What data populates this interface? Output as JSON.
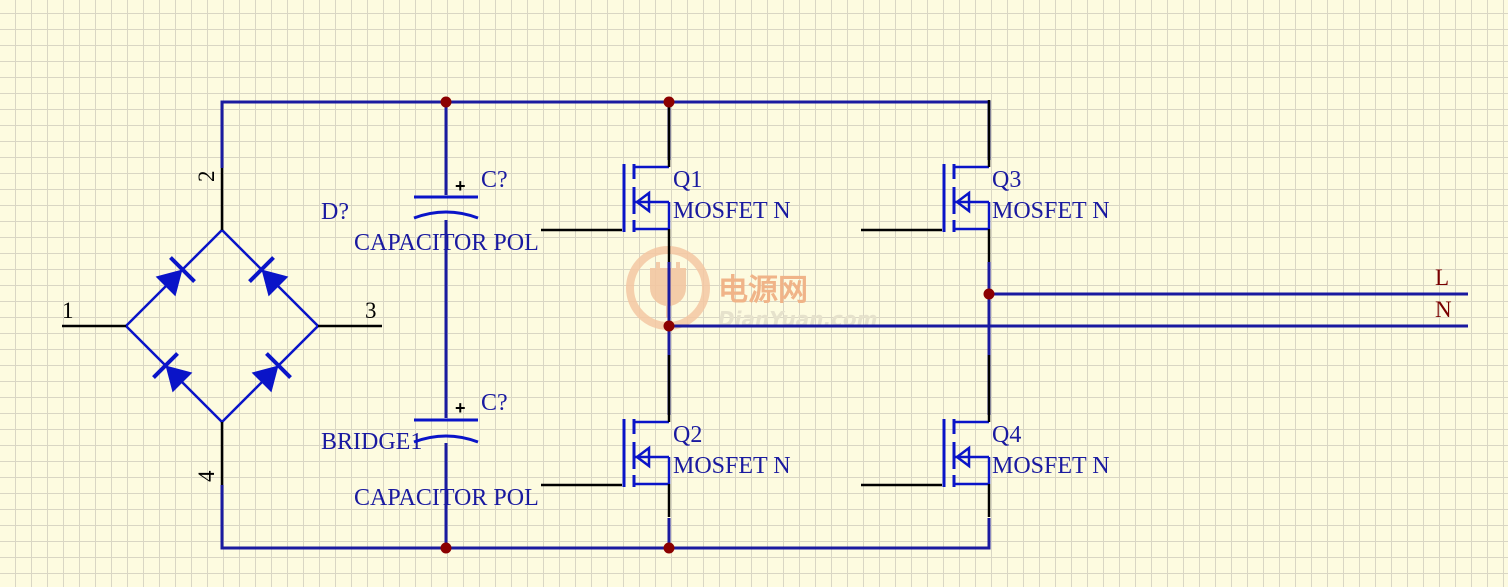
{
  "colors": {
    "wire": "#1a1aa0",
    "component": "#0a14c8",
    "junction": "#8b0000",
    "pin": "#000000",
    "net_label": "#7a0000",
    "background": "#fdfbe0",
    "grid": "#d9d6c4"
  },
  "bridge": {
    "designator": "D?",
    "value": "BRIDGE1",
    "pins": {
      "p1": "1",
      "p2": "2",
      "p3": "3",
      "p4": "4"
    }
  },
  "capacitors": [
    {
      "designator": "C?",
      "value": "CAPACITOR POL",
      "polarity": "+"
    },
    {
      "designator": "C?",
      "value": "CAPACITOR POL",
      "polarity": "+"
    }
  ],
  "mosfets": [
    {
      "designator": "Q1",
      "value": "MOSFET N"
    },
    {
      "designator": "Q2",
      "value": "MOSFET N"
    },
    {
      "designator": "Q3",
      "value": "MOSFET N"
    },
    {
      "designator": "Q4",
      "value": "MOSFET N"
    }
  ],
  "net_labels": {
    "line": "L",
    "neutral": "N"
  },
  "watermark": {
    "cn": "电源网",
    "en": "DianYuan.com"
  }
}
